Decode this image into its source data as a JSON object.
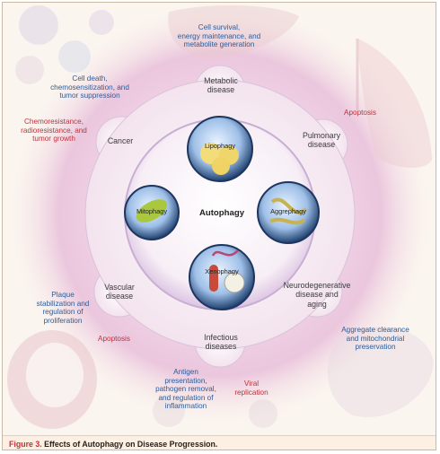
{
  "center_label": "Autophagy",
  "inner_processes": [
    "Lipophagy",
    "Aggrephagy",
    "Xenophagy",
    "Mitophagy"
  ],
  "diseases": {
    "metabolic": "Metabolic\ndisease",
    "pulmonary": "Pulmonary\ndisease",
    "neuro": "Neurodegenerative\ndisease and\naging",
    "infectious": "Infectious\ndiseases",
    "vascular": "Vascular\ndisease",
    "cancer": "Cancer"
  },
  "effects": {
    "metabolic_blue": "Cell survival,\nenergy maintenance, and\nmetabolite generation",
    "pulmonary_red": "Apoptosis",
    "neuro_blue": "Aggregate clearance\nand mitochondrial\npreservation",
    "infectious_blue": "Antigen\npresentation,\npathogen removal,\nand regulation of\ninflammation",
    "infectious_red": "Viral\nreplication",
    "vascular_blue": "Plaque\nstabilization and\nregulation of\nproliferation",
    "vascular_red": "Apoptosis",
    "cancer_blue": "Cell death,\nchemosensitization, and\ntumor suppression",
    "cancer_red": "Chemoresistance,\nradioresistance, and\ntumor growth"
  },
  "caption": {
    "label": "Figure 3.",
    "title": "Effects of Autophagy on Disease Progression."
  },
  "colors": {
    "blue_text": "#2a5d9a",
    "red_text": "#c4303a",
    "glow": "#e4b3d6"
  }
}
